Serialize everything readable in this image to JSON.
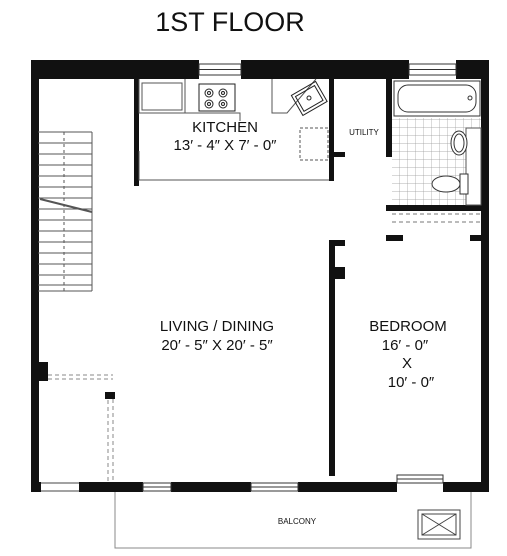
{
  "title": "1ST FLOOR",
  "rooms": {
    "kitchen": {
      "name": "KITCHEN",
      "dims": "13′ - 4″ X 7′ - 0″"
    },
    "living": {
      "name": "LIVING / DINING",
      "dims": "20′ - 5″ X 20′ - 5″"
    },
    "bedroom": {
      "name": "BEDROOM",
      "dims_line1": "16′ - 0″",
      "dims_x": "X",
      "dims_line2": "10′ - 0″"
    },
    "utility": {
      "name": "UTILITY"
    },
    "balcony": {
      "name": "BALCONY"
    }
  },
  "colors": {
    "wall": "#111111",
    "line": "#555555",
    "dash": "#888888"
  }
}
